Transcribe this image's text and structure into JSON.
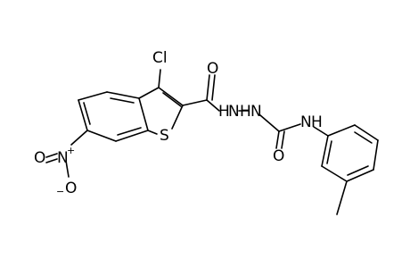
{
  "molecule": {
    "atoms": {
      "chlorine": "Cl",
      "carbonyl_oxygen_top": "O",
      "hydrazide_nh_1": "H",
      "hydrazide_n_1": "N",
      "hydrazide_nh_2": "H",
      "hydrazide_n_2": "N",
      "amide_n": "N",
      "amide_h": "H",
      "sulfur": "S",
      "urea_oxygen": "O",
      "nitro_nitrogen": "N",
      "nitro_plus": "+",
      "nitro_oxygen_left": "O",
      "nitro_oxygen_bottom": "O",
      "nitro_minus": "−"
    }
  }
}
